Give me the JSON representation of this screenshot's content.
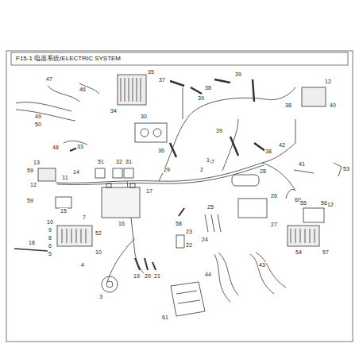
{
  "diagram": {
    "title": "F15-1 电器系统/ELECTRIC SYSTEM",
    "labels": [
      "47",
      "46",
      "49",
      "50",
      "48",
      "33",
      "13",
      "59",
      "11",
      "12",
      "14",
      "59",
      "15",
      "35",
      "34",
      "37",
      "38",
      "39",
      "39",
      "38",
      "12",
      "40",
      "30",
      "36",
      "39",
      "37",
      "38",
      "42",
      "41",
      "60",
      "53",
      "51",
      "32",
      "31",
      "29",
      "28",
      "1",
      "2",
      "17",
      "16",
      "26",
      "27",
      "25",
      "24",
      "23",
      "22",
      "58",
      "10",
      "9",
      "8",
      "6",
      "5",
      "7",
      "52",
      "10",
      "4",
      "18",
      "19",
      "20",
      "21",
      "3",
      "61",
      "44",
      "43",
      "54",
      "12",
      "55",
      "56",
      "57"
    ]
  }
}
